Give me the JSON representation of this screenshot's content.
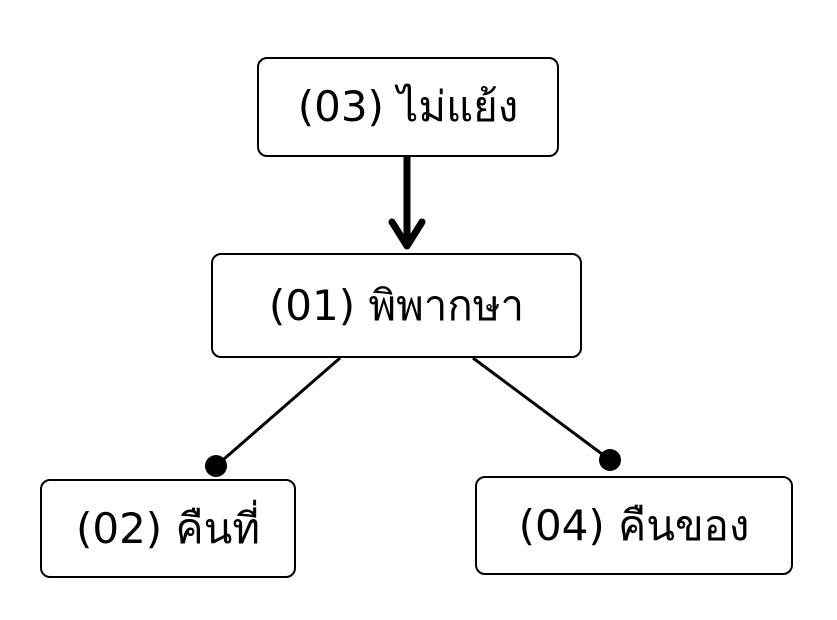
{
  "diagram": {
    "nodes": [
      {
        "id": "03",
        "label": "(03) ไม่แย้ง"
      },
      {
        "id": "01",
        "label": "(01) พิพากษา"
      },
      {
        "id": "02",
        "label": "(02) คืนที่"
      },
      {
        "id": "04",
        "label": "(04) คืนของ"
      }
    ],
    "edges": [
      {
        "from": "03",
        "to": "01",
        "style": "arrow"
      },
      {
        "from": "01",
        "to": "02",
        "style": "dot"
      },
      {
        "from": "01",
        "to": "04",
        "style": "dot"
      }
    ],
    "colors": {
      "stroke": "#000000",
      "fill": "#ffffff"
    }
  }
}
